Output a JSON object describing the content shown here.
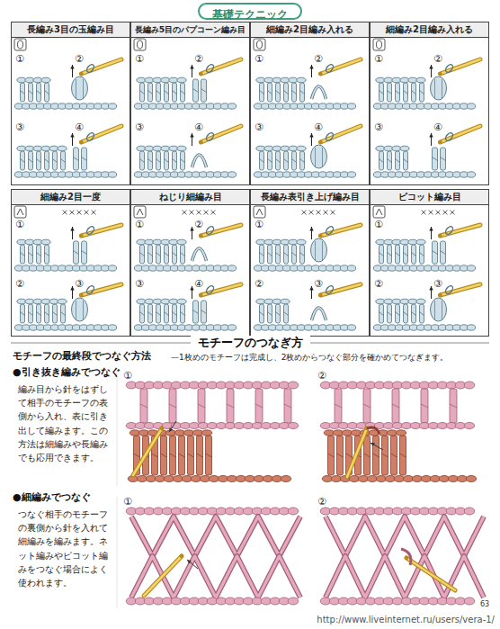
{
  "diagram": {
    "nodes": [
      {
        "text": [
          "基礎テクニック"
        ]
      },
      {
        "text": [
          "長編み3目の玉編み目"
        ]
      },
      {
        "text": [
          "長編み5目のパプコーン編み目"
        ]
      },
      {
        "text": [
          "細編み2目編み入れる"
        ]
      },
      {
        "text": [
          "細編み2目編み入れる"
        ]
      },
      {
        "text": [
          "細編み2目一度"
        ]
      },
      {
        "text": [
          "ねじり細編み目"
        ]
      },
      {
        "text": [
          "長編み表引き上げ編み目"
        ]
      },
      {
        "text": [
          "ピコット編み目"
        ]
      }
    ],
    "labels": [
      "①",
      "②",
      "③",
      "④",
      "①",
      "②",
      "③",
      "④",
      "①",
      "②",
      "③",
      "④",
      "①",
      "②",
      "③",
      "④",
      "①",
      "②",
      "③",
      "①",
      "②",
      "③",
      "④",
      "①",
      "②",
      "③",
      "①",
      "②",
      "③",
      "モチーフのつなぎ方",
      "モチーフの最終段でつなぐ方法",
      "—1枚めのモチーフは完成し、2枚めからつなぐ部分を確かめてつなぎます。",
      "●引き抜き編みでつなぐ",
      "編み目から針をはずして相手のモチーフの表側から入れ、表に引き出して編みます。この方法は細編みや長編みでも応用できます。",
      "①",
      "②",
      "●細編みでつなぐ",
      "つなぐ相手のモチーフの裏側から針を入れて細編みを編みます。ネット編みやピコット編みをつなぐ場合によく使われます。",
      "①",
      "②",
      "63",
      "http://www.liveinternet.ru/users/vera-1/"
    ]
  }
}
